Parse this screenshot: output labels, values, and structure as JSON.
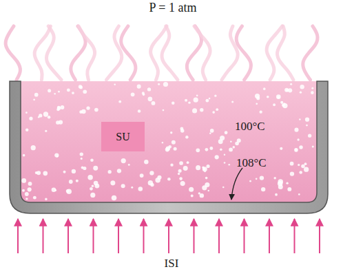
{
  "diagram": {
    "nodes": [
      {
        "text": [
          "SU"
        ]
      }
    ],
    "labels": [
      "P = 1 atm",
      "100°C",
      "108°C",
      "ISI"
    ]
  }
}
